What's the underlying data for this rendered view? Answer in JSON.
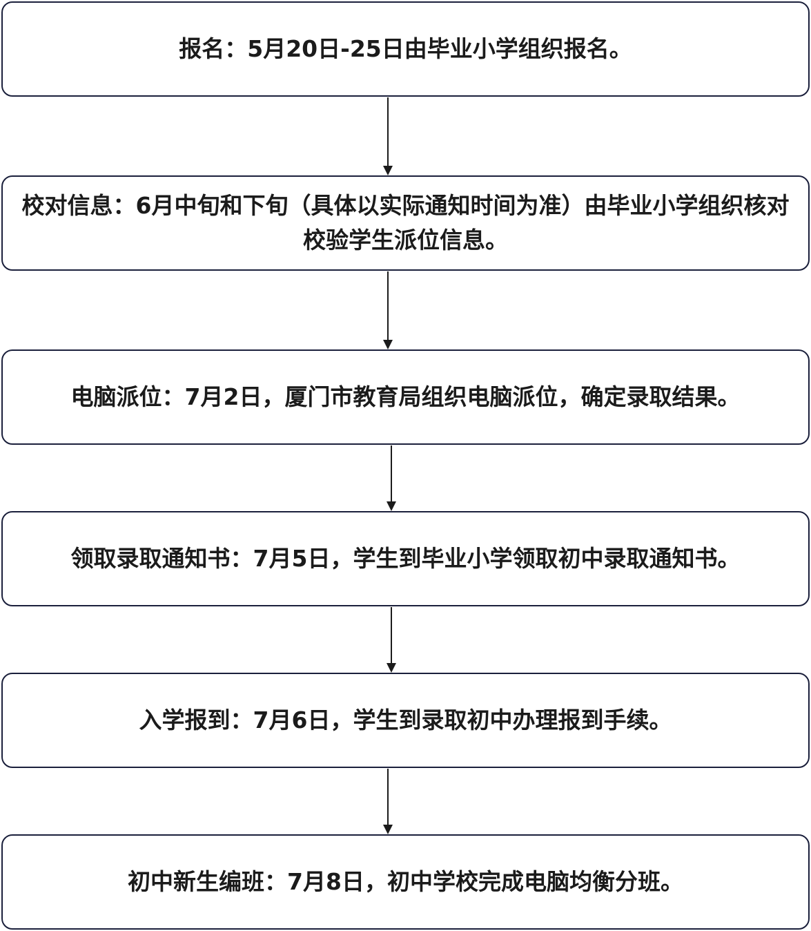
{
  "flow": {
    "steps": [
      {
        "text": "报名：5月20日-25日由毕业小学组织报名。"
      },
      {
        "text": "校对信息：6月中旬和下旬（具体以实际通知时间为准）由毕业小学组织核对校验学生派位信息。"
      },
      {
        "text": "电脑派位：7月2日，厦门市教育局组织电脑派位，确定录取结果。"
      },
      {
        "text": "领取录取通知书：7月5日，学生到毕业小学领取初中录取通知书。"
      },
      {
        "text": "入学报到：7月6日，学生到录取初中办理报到手续。"
      },
      {
        "text": "初中新生编班：7月8日，初中学校完成电脑均衡分班。"
      }
    ]
  },
  "colors": {
    "border": "#1a1f3b",
    "text": "#1b1b1b",
    "arrow": "#1b1b1b"
  }
}
